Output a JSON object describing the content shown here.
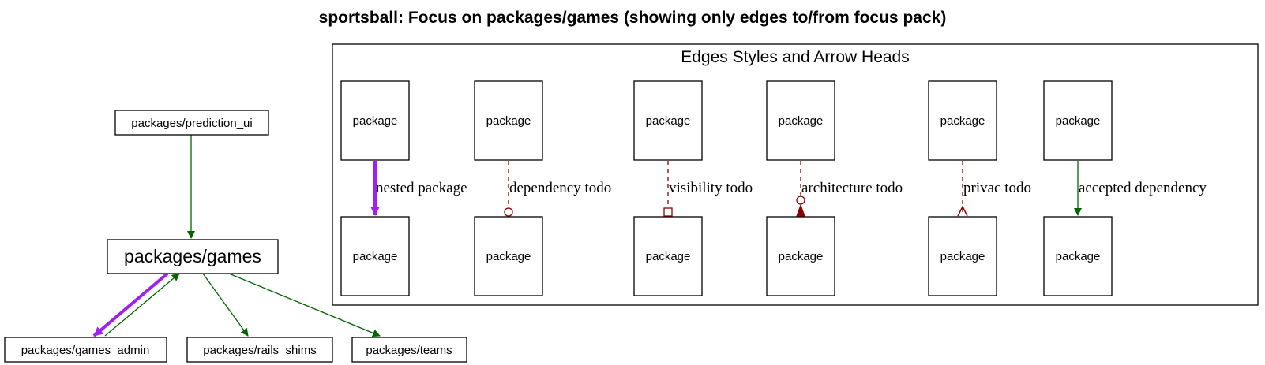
{
  "title": "sportsball: Focus on packages/games (showing only edges to/from focus pack)",
  "graph": {
    "nodes": {
      "prediction_ui": "packages/prediction_ui",
      "games": "packages/games",
      "games_admin": "packages/games_admin",
      "rails_shims": "packages/rails_shims",
      "teams": "packages/teams"
    },
    "edges": [
      {
        "from": "prediction_ui",
        "to": "games",
        "style": "accepted dependency",
        "color": "#006400"
      },
      {
        "from": "games",
        "to": "games_admin",
        "style": "nested package",
        "color": "#a020f0"
      },
      {
        "from": "games_admin",
        "to": "games",
        "style": "accepted dependency",
        "color": "#006400"
      },
      {
        "from": "games",
        "to": "rails_shims",
        "style": "accepted dependency",
        "color": "#006400"
      },
      {
        "from": "games",
        "to": "teams",
        "style": "accepted dependency",
        "color": "#006400"
      }
    ]
  },
  "legend": {
    "title": "Edges Styles and Arrow Heads",
    "node_label": "package",
    "items": [
      {
        "label": "nested package",
        "color": "#a020f0",
        "line": "solid-bold",
        "head": "filled-triangle"
      },
      {
        "label": "dependency todo",
        "color": "#8b0000",
        "line": "dashed",
        "head": "open-circle"
      },
      {
        "label": "visibility todo",
        "color": "#8b0000",
        "line": "dashed",
        "head": "open-square"
      },
      {
        "label": "architecture todo",
        "color": "#8b0000",
        "line": "dashed",
        "head": "triangle-with-circle"
      },
      {
        "label": "privac todo",
        "color": "#8b0000",
        "line": "dashed",
        "head": "crow"
      },
      {
        "label": "accepted dependency",
        "color": "#006400",
        "line": "solid",
        "head": "filled-triangle"
      }
    ]
  }
}
